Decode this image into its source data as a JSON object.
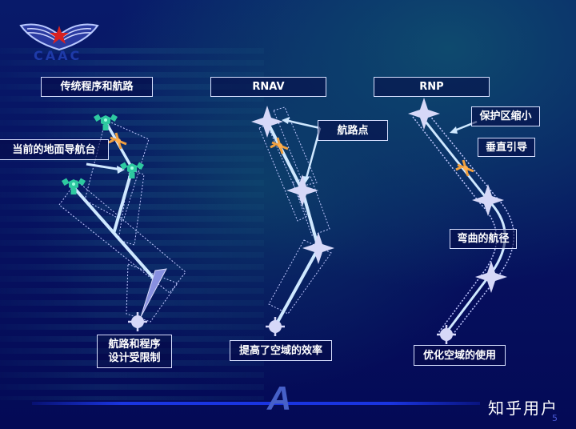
{
  "slide": {
    "page_number": "5",
    "watermark": "知乎用户",
    "logo": {
      "name": "caac-wings-logo",
      "text": "CAAC"
    },
    "bottom_logo_text": "A"
  },
  "columns": [
    {
      "title": "传统程序和航路",
      "callouts": [
        "当前的地面导航台"
      ],
      "caption_lines": [
        "航路和程序",
        "设计受限制"
      ]
    },
    {
      "title": "RNAV",
      "callouts": [
        "航路点"
      ],
      "caption": "提高了空域的效率"
    },
    {
      "title": "RNP",
      "callouts": [
        "保护区缩小",
        "垂直引导",
        "弯曲的航径"
      ],
      "caption": "优化空域的使用"
    }
  ],
  "colors": {
    "background": "#050a5a",
    "navaid": "#2ec9a0",
    "waypoint": "#d6d8f8",
    "aircraft": "#f0a040",
    "route_line": "#cfe8ff",
    "rule": "#1a35e0"
  }
}
